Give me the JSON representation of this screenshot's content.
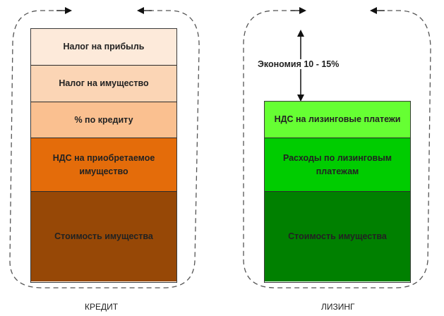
{
  "credit": {
    "caption": "КРЕДИТ",
    "blocks": [
      {
        "label": "Налог на прибыль",
        "color": "#FDEADA"
      },
      {
        "label": "Налог на имущество",
        "color": "#FBD5B5"
      },
      {
        "label": "% по кредиту",
        "color": "#FAC090"
      },
      {
        "label": "НДС на приобретаемое имущество",
        "color": "#E46C0A"
      },
      {
        "label": "Стоимость имущества",
        "color": "#974806"
      }
    ]
  },
  "leasing": {
    "caption": "ЛИЗИНГ",
    "saving_label": "Экономия 10 - 15%",
    "blocks": [
      {
        "label": "НДС на лизинговые платежи",
        "color": "#66FF33"
      },
      {
        "label": "Расходы по лизинговым платежам",
        "color": "#00CC00"
      },
      {
        "label": "Стоимость имущества",
        "color": "#008000"
      }
    ]
  }
}
